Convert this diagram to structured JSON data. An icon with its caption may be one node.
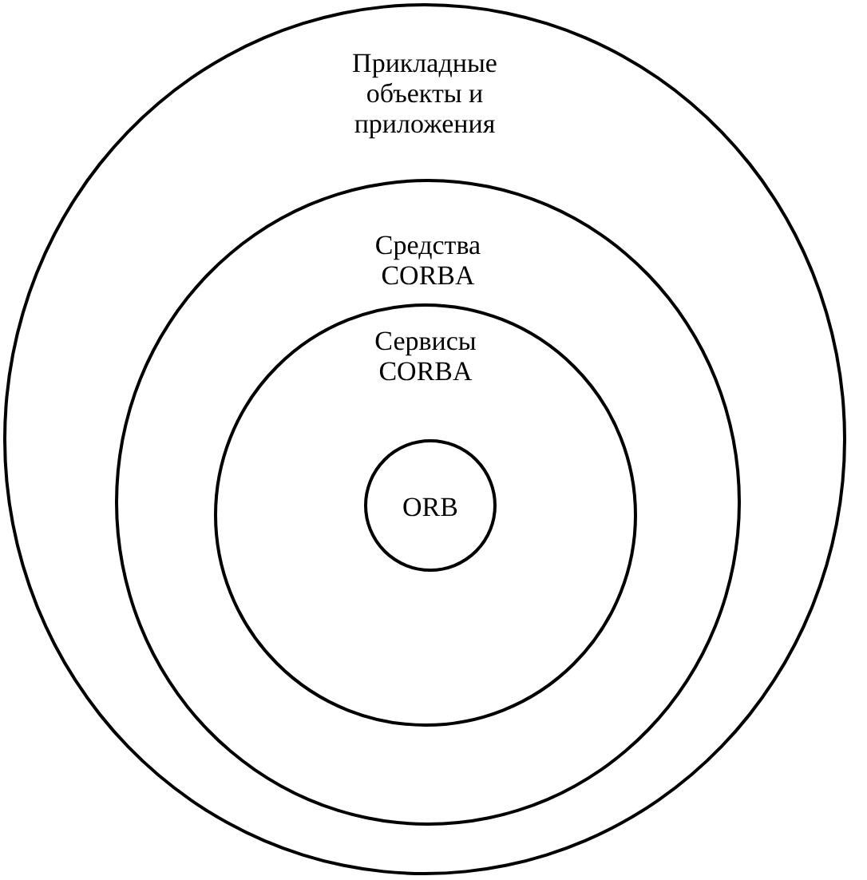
{
  "diagram": {
    "nodes": [
      {
        "text": [
          "Прикладные объекты и приложения"
        ]
      },
      {
        "text": [
          "Средства CORBA"
        ],
        "in": 0
      },
      {
        "text": [
          "Сервисы CORBA"
        ],
        "in": 1
      },
      {
        "text": [
          "ORB"
        ],
        "in": 2
      }
    ]
  }
}
